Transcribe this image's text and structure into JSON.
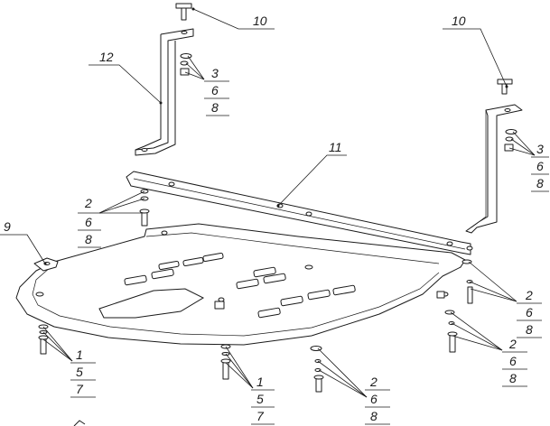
{
  "callouts": {
    "screw_top_left": "10",
    "screw_top_right": "10",
    "bracket_left": "12",
    "rail": "11",
    "clip_left": "9",
    "stack_left_upper": {
      "line1": "3",
      "line2": "6",
      "line3": "8"
    },
    "stack_right_upper": {
      "line1": "3",
      "line2": "6",
      "line3": "8"
    },
    "stack_plate_left": {
      "line1": "2",
      "line2": "6",
      "line3": "8"
    },
    "stack_right_mid": {
      "line1": "2",
      "line2": "6",
      "line3": "8"
    },
    "stack_right_low": {
      "line1": "2",
      "line2": "6",
      "line3": "8"
    },
    "stack_bottom_left": {
      "line1": "1",
      "line2": "5",
      "line3": "7"
    },
    "stack_bottom_mid": {
      "line1": "1",
      "line2": "5",
      "line3": "7"
    },
    "stack_bottom_center": {
      "line1": "2",
      "line2": "6",
      "line3": "8"
    }
  },
  "icons": {
    "corner_mark": "corner-mark-icon"
  },
  "colors": {
    "ink": "#1a1a1a",
    "paper": "#ffffff"
  }
}
